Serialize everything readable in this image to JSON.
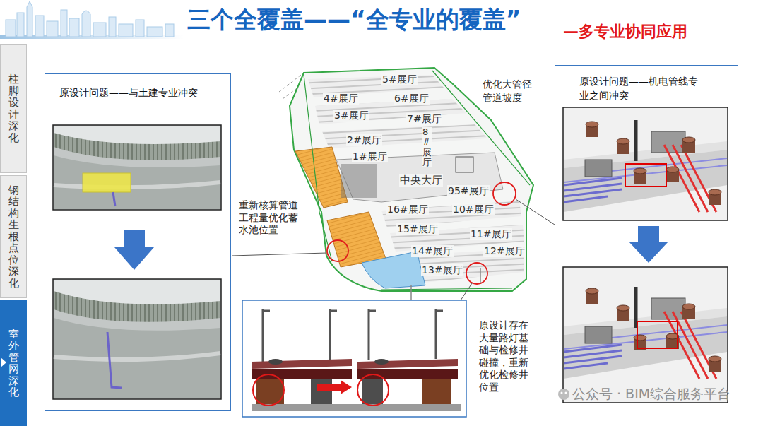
{
  "diagram": {
    "title": "三个全覆盖——“全专业的覆盖”",
    "nodes": [
      {
        "text": [
          "柱脚设计深化"
        ]
      },
      {
        "text": [
          "钢结构生根点位深化"
        ]
      },
      {
        "text": [
          "室外管网深化"
        ]
      },
      {
        "text": [
          "原设计问题——与土建专业冲突"
        ]
      },
      {
        "text": [
          "原设计问题——机电管线专业之间冲突"
        ]
      }
    ],
    "labels": [
      "—多专业协同应用",
      "4#展厅",
      "5#展厅",
      "6#展厅",
      "3#展厅",
      "7#展厅",
      "8#展厅",
      "2#展厅",
      "1#展厅",
      "中央大厅",
      "95#展厅",
      "16#展厅",
      "10#展厅",
      "15#展厅",
      "11#展厅",
      "14#展厅",
      "12#展厅",
      "13#展厅",
      "优化大管径管道坡度",
      "重新核算管道工程量优化蓄水池位置",
      "原设计存在大量路灯基础与检修井碰撞，重新优化检修井位置",
      "公众号 · BIM综合服务平台"
    ]
  }
}
